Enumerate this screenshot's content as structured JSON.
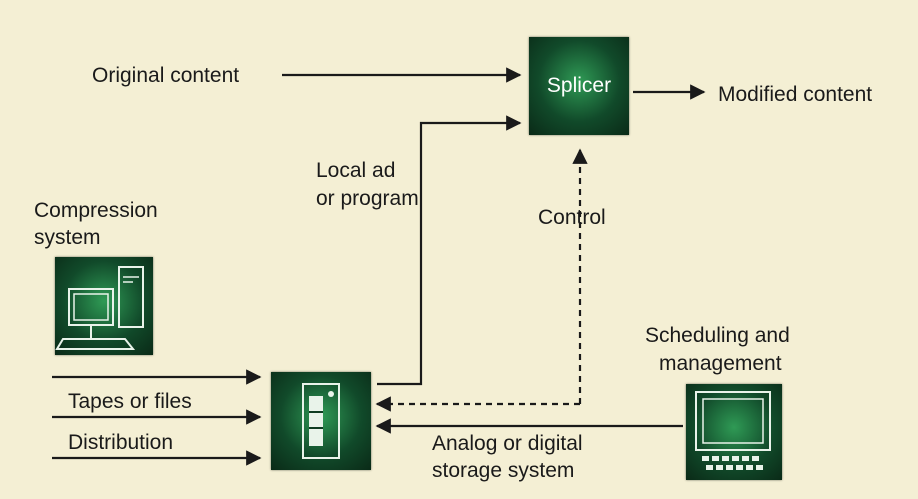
{
  "labels": {
    "original_content": "Original content",
    "splicer": "Splicer",
    "modified_content": "Modified content",
    "local_ad_line1": "Local ad",
    "local_ad_line2": "or program",
    "control": "Control",
    "compression_line1": "Compression",
    "compression_line2": "system",
    "scheduling_line1": "Scheduling and",
    "scheduling_line2": "management",
    "tapes_or_files": "Tapes or files",
    "distribution": "Distribution",
    "storage_line1": "Analog or digital",
    "storage_line2": "storage system"
  },
  "icons": {
    "compression": "computer-workstation-icon",
    "storage": "server-tower-icon",
    "scheduling": "terminal-keyboard-icon"
  },
  "colors": {
    "background": "#f4efd4",
    "box_center": "#2f9a55",
    "box_edge": "#0a2a17",
    "line": "#1a1a1a"
  }
}
